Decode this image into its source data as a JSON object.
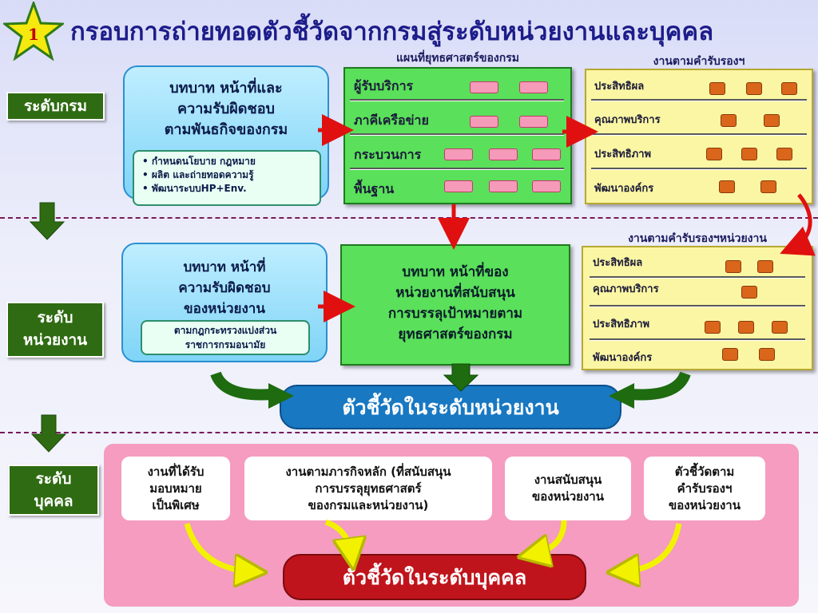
{
  "slide_number": "1",
  "title": "กรอบการถ่ายทอดตัวชี้วัดจากกรมสู่ระดับหน่วยงานและบุคคล",
  "levels": {
    "dept": "ระดับกรม",
    "unit_line1": "ระดับ",
    "unit_line2": "หน่วยงาน",
    "person_line1": "ระดับ",
    "person_line2": "บุคคล"
  },
  "dept_row": {
    "role_box": {
      "line1": "บทบาท หน้าที่และ",
      "line2": "ความรับผิดชอบ",
      "line3": "ตามพันธกิจของกรม"
    },
    "role_bullets": [
      "• กำหนดนโยบาย กฎหมาย",
      "• ผลิต และถ่ายทอดความรู้",
      "• พัฒนาระบบHP+Env."
    ],
    "strategy_map_caption": "แผนที่ยุทธศาสตร์ของกรม",
    "strategy_rows": [
      "ผู้รับบริการ",
      "ภาคีเครือข่าย",
      "กระบวนการ",
      "พื้นฐาน"
    ],
    "certification_caption": "งานตามคำรับรองฯ",
    "certification_rows": [
      "ประสิทธิผล",
      "คุณภาพบริการ",
      "ประสิทธิภาพ",
      "พัฒนาองค์กร"
    ]
  },
  "unit_row": {
    "role_box": {
      "line1": "บทบาท หน้าที่",
      "line2": "ความรับผิดชอบ",
      "line3": "ของหน่วยงาน"
    },
    "role_note": {
      "line1": "ตามกฎกระทรวงแบ่งส่วน",
      "line2": "ราชการกรมอนามัย"
    },
    "support_box": {
      "line1": "บทบาท หน้าที่ของ",
      "line2": "หน่วยงานที่สนับสนุน",
      "line3": "การบรรลุเป้าหมายตาม",
      "line4": "ยุทธศาสตร์ของกรม"
    },
    "certification_caption": "งานตามคำรับรองฯหน่วยงาน",
    "certification_rows": [
      "ประสิทธิผล",
      "คุณภาพบริการ",
      "ประสิทธิภาพ",
      "พัฒนาองค์กร"
    ],
    "indicator_pill": "ตัวชี้วัดในระดับหน่วยงาน"
  },
  "person_row": {
    "cards": [
      {
        "line1": "งานที่ได้รับ",
        "line2": "มอบหมาย",
        "line3": "เป็นพิเศษ"
      },
      {
        "line1": "งานตามภารกิจหลัก (ที่สนับสนุน",
        "line2": "การบรรลุยุทธศาสตร์",
        "line3": "ของกรมและหน่วยงาน)"
      },
      {
        "line1": "งานสนับสนุน",
        "line2": "ของหน่วยงาน",
        "line3": ""
      },
      {
        "line1": "ตัวชี้วัดตาม",
        "line2": "คำรับรองฯ",
        "line3": "ของหน่วยงาน"
      }
    ],
    "indicator_pill": "ตัวชี้วัดในระดับบุคคล"
  },
  "colors": {
    "title": "#1c1c8a",
    "level_badge": "#2f6b12",
    "strategy_box": "#5ae05a",
    "certification_box": "#fbf6a3",
    "unit_pill": "#1878c2",
    "person_pill": "#c0141c",
    "person_panel": "#f59cc0",
    "arrow_red": "#e01010",
    "arrow_green": "#1e6b10",
    "arrow_yellow": "#f2f200"
  }
}
